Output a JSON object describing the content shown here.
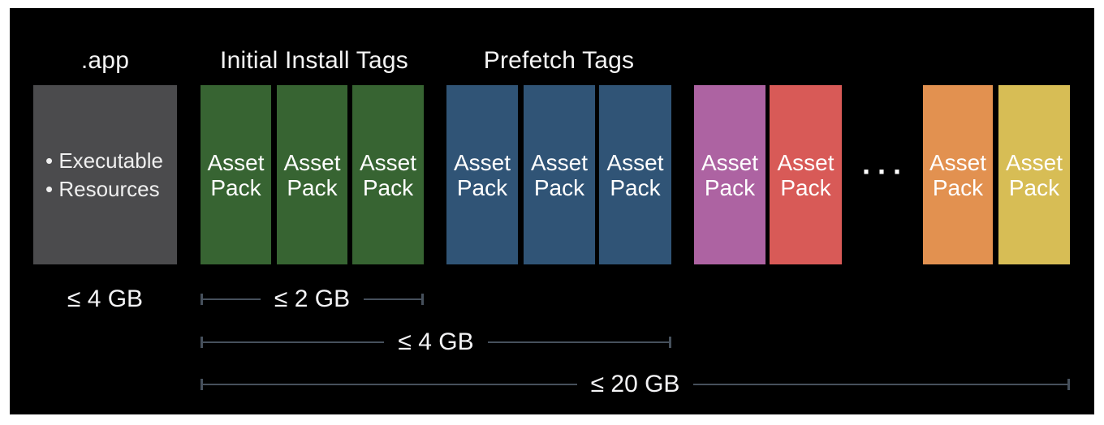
{
  "header_labels": {
    "app": ".app",
    "initial_install": "Initial Install Tags",
    "prefetch": "Prefetch Tags"
  },
  "app_box": {
    "color": "#4b4b4d",
    "items": [
      "• Executable",
      "• Resources"
    ]
  },
  "asset_packs": {
    "initial": [
      {
        "label": "Asset Pack",
        "color": "#376432"
      },
      {
        "label": "Asset Pack",
        "color": "#376432"
      },
      {
        "label": "Asset Pack",
        "color": "#376432"
      }
    ],
    "prefetch": [
      {
        "label": "Asset Pack",
        "color": "#305476"
      },
      {
        "label": "Asset Pack",
        "color": "#305476"
      },
      {
        "label": "Asset Pack",
        "color": "#305476"
      }
    ],
    "on_demand": [
      {
        "label": "Asset Pack",
        "color": "#ad63a2"
      },
      {
        "label": "Asset Pack",
        "color": "#d85a57"
      }
    ],
    "more_label": "···",
    "trailing": [
      {
        "label": "Asset Pack",
        "color": "#e29150"
      },
      {
        "label": "Asset Pack",
        "color": "#d7bd55"
      }
    ]
  },
  "size_annotations": {
    "app_limit": "≤ 4 GB",
    "initial_install_limit": "≤ 2 GB",
    "initial_plus_prefetch_limit": "≤ 4 GB",
    "total_limit": "≤ 20 GB"
  },
  "colors": {
    "page_background": "#ffffff",
    "panel_background": "#000000",
    "measure_line": "#46505c",
    "label_text": "#f4f4f6"
  }
}
